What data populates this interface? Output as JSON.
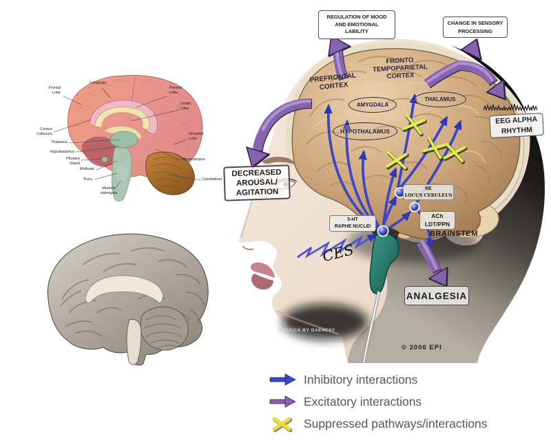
{
  "anatomy": {
    "labels": [
      {
        "text": "Cerebrum"
      },
      {
        "text": "Frontal\nLobe"
      },
      {
        "text": "Parietal\nLobe"
      },
      {
        "text": "Limbic\nLobe"
      },
      {
        "text": "Corpus\nCallosum"
      },
      {
        "text": "Thalamus"
      },
      {
        "text": "Hypothalamus"
      },
      {
        "text": "Pituitary\nGland"
      },
      {
        "text": "Midbrain"
      },
      {
        "text": "Pons"
      },
      {
        "text": "Medulla\noblongata"
      },
      {
        "text": "Occipital\nLobe"
      },
      {
        "text": "Hippocampus"
      },
      {
        "text": "Cerebellum"
      }
    ]
  },
  "diagram": {
    "boxes": {
      "regulation": "REGULATION OF MOOD\nAND EMOTIONAL\nLABILITY",
      "sensory": "CHANGE IN SENSORY\nPROCESSING",
      "eeg": "EEG ALPHA\nRHYTHM",
      "decreased": "DECREASED\nAROUSAL/\nAGITATION",
      "raphe": "5-HT\nRAPHE NUCLEI",
      "ne_line1": "NE",
      "ne_line2": "LOCUS CERULEUS",
      "ach": "ACh\nLDT/PPN",
      "analgesia": "ANALGESIA"
    },
    "regions": {
      "prefrontal": "PREFRONTAL\nCORTEX",
      "fronto": "FRONTO\nTEMPOPARIETAL\nCORTEX",
      "amygdala": "AMYGDALA",
      "thalamus": "THALAMUS",
      "hypothalamus": "HYPOTHALAMUS",
      "brainstem": "BRAINSTEM"
    },
    "annotations": {
      "ces": "CES",
      "credit": "GRAFICA BY GAENESY",
      "copyright": "© 2006 EPI"
    }
  },
  "legend": {
    "items": [
      {
        "icon": "arrow",
        "color": "#3b46cf",
        "label": "Inhibitory interactions"
      },
      {
        "icon": "arrow",
        "color": "#8a5fae",
        "label": "Excitatory interactions"
      },
      {
        "icon": "x-mark",
        "color": "#e6df3e",
        "label": "Suppressed pathways/interactions"
      }
    ]
  },
  "colors": {
    "inhibitory": "#3b46cf",
    "excitatory": "#8a5fae",
    "suppressed": "#e6df3e",
    "brain_tan": "#cda57a",
    "skull_bone": "#e9dfc9",
    "device_teal": "#2a7f6e"
  }
}
